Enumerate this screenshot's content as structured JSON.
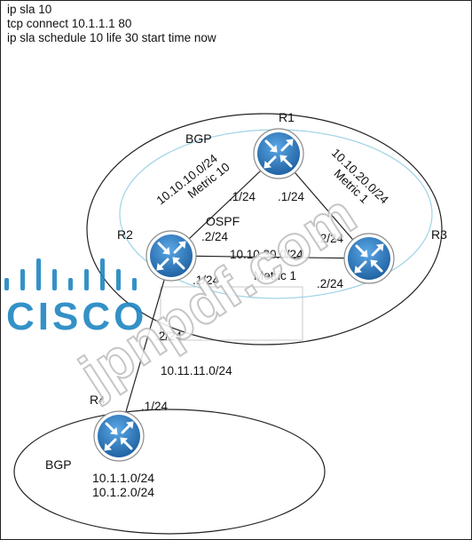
{
  "config_lines": [
    "ip sla 10",
    "tcp connect 10.1.1.1 80",
    "ip sla schedule 10 life 30 start time now"
  ],
  "routers": {
    "r1": "R1",
    "r2": "R2",
    "r3": "R3",
    "r4": "R4"
  },
  "domains": {
    "bgp_top": "BGP",
    "ospf": "OSPF",
    "bgp_bottom": "BGP"
  },
  "links": {
    "r1_r2": {
      "subnet": "10.10.10.0/24",
      "metric": "Metric 10",
      "r1_end": ".1/24",
      "r2_end": ".2/24"
    },
    "r1_r3": {
      "subnet": "10.10.20.0/24",
      "metric": "Metric 1",
      "r1_end": ".1/24",
      "r3_end": ".2/24"
    },
    "r2_r3": {
      "subnet": "10.10.30.0/24",
      "metric": "Metric 1",
      "r2_end": ".1/24",
      "r3_end": ".2/24"
    },
    "r2_r4": {
      "subnet": "10.11.11.0/24",
      "r2_end": ".2/24",
      "r4_end": ".1/24"
    }
  },
  "r4_networks": [
    "10.1.1.0/24",
    "10.1.2.0/24"
  ],
  "watermarks": {
    "cisco_logo": "CISCO",
    "site": "jpnpdf.com"
  },
  "colors": {
    "router_blue": "#2a74b8",
    "router_arrow": "#ffffff",
    "ospf_ellipse": "#9fd3e6",
    "cisco_logo": "#1f86c2",
    "watermark_gray": "#cfcfcf"
  }
}
